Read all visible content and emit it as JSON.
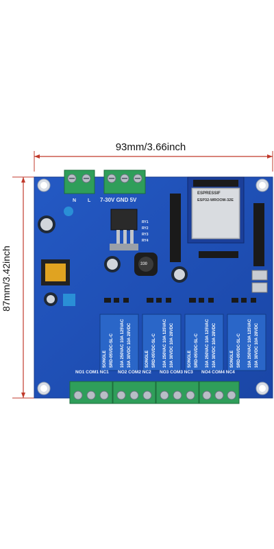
{
  "dimensions": {
    "width_label": "93mm/3.66inch",
    "height_label": "87mm/3.42inch"
  },
  "board": {
    "power_label": "7-30V GND 5V",
    "mains_labels": [
      "N",
      "L"
    ],
    "module_brand": "ESPRESSIF",
    "module_name": "ESP32-WROOM-32E",
    "inductor_label": "330",
    "relay_ids": [
      "RY1",
      "RY2",
      "RY3",
      "RY4"
    ],
    "terminal_labels": [
      "NO1 COM1 NC1",
      "NO2 COM2 NC2",
      "NO3 COM3 NC3",
      "NO4 COM4 NC4"
    ],
    "relay_brand": "SONGLE",
    "relay_model": "SRD-05VDC-SL-C",
    "relay_rating_1": "10A 250VAC 10A 125VAC",
    "relay_rating_2": "10A 30VDC 10A 28VDC"
  },
  "colors": {
    "pcb": "#1f4fb8",
    "pcb_dark": "#163a8c",
    "terminal": "#2f9e5a",
    "relay": "#2a66c8",
    "dimension_line": "#c0392b"
  }
}
